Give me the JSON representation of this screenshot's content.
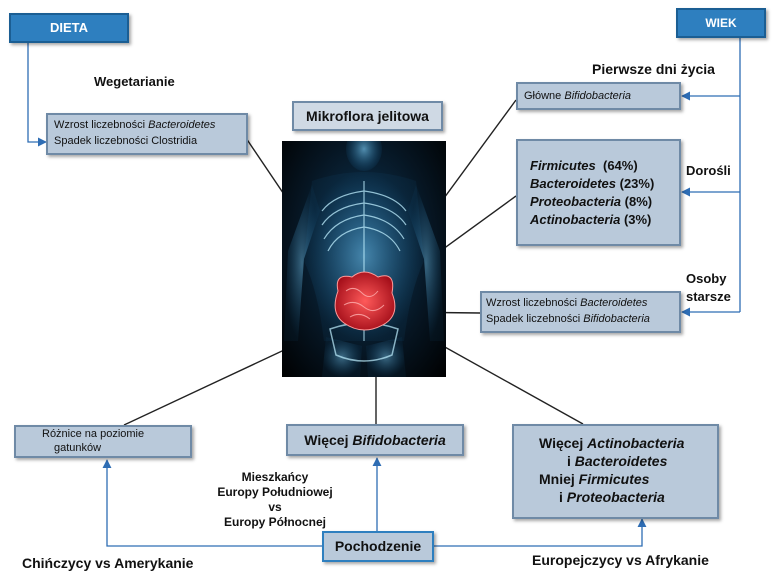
{
  "headers": {
    "diet": "DIETA",
    "age": "WIEK",
    "origin": "Pochodzenie"
  },
  "center_title": "Mikroflora jelitowa",
  "diet": {
    "group_label": "Wegetarianie",
    "line1_prefix": "Wzrost liczebności ",
    "line1_taxon": "Bacteroidetes",
    "line2": "Spadek liczebności Clostridia"
  },
  "age": {
    "first_days_label": "Pierwsze dni życia",
    "first_days_prefix": "Główne ",
    "first_days_taxon": "Bifidobacteria",
    "adults_label": "Dorośli",
    "adults": [
      {
        "taxon": "Firmicutes",
        "pct": "(64%)"
      },
      {
        "taxon": "Bacteroidetes",
        "pct": "(23%)"
      },
      {
        "taxon": "Proteobacteria",
        "pct": "(8%)"
      },
      {
        "taxon": "Actinobacteria",
        "pct": "(3%)"
      }
    ],
    "elderly_label_1": "Osoby",
    "elderly_label_2": "starsze",
    "elderly_line1_prefix": "Wzrost liczebności ",
    "elderly_line1_taxon": "Bacteroidetes",
    "elderly_line2_prefix": "Spadek liczebności ",
    "elderly_line2_taxon": "Bifidobacteria"
  },
  "origin": {
    "species_box_1": "Różnice na poziomie",
    "species_box_2": "gatunków",
    "chinese_label": "Chińczycy vs Amerykanie",
    "bifido_prefix": "Więcej ",
    "bifido_taxon": "Bifidobacteria",
    "europe_1": "Mieszkańcy",
    "europe_2": "Europy Południowej",
    "europe_3": "vs",
    "europe_4": "Europy Północnej",
    "africa_l1_prefix": "Więcej ",
    "africa_l1_taxon": "Actinobacteria",
    "africa_l2_prefix": "i ",
    "africa_l2_taxon": "Bacteroidetes",
    "africa_l3_prefix": "Mniej ",
    "africa_l3_taxon": "Firmicutes",
    "africa_l4_prefix": "i ",
    "africa_l4_taxon": "Proteobacteria",
    "europeans_label": "Europejczycy vs Afrykanie"
  },
  "colors": {
    "header_fill": "#2e7fbf",
    "box_fill": "#b9c9da",
    "arrow": "#2e6db4"
  }
}
